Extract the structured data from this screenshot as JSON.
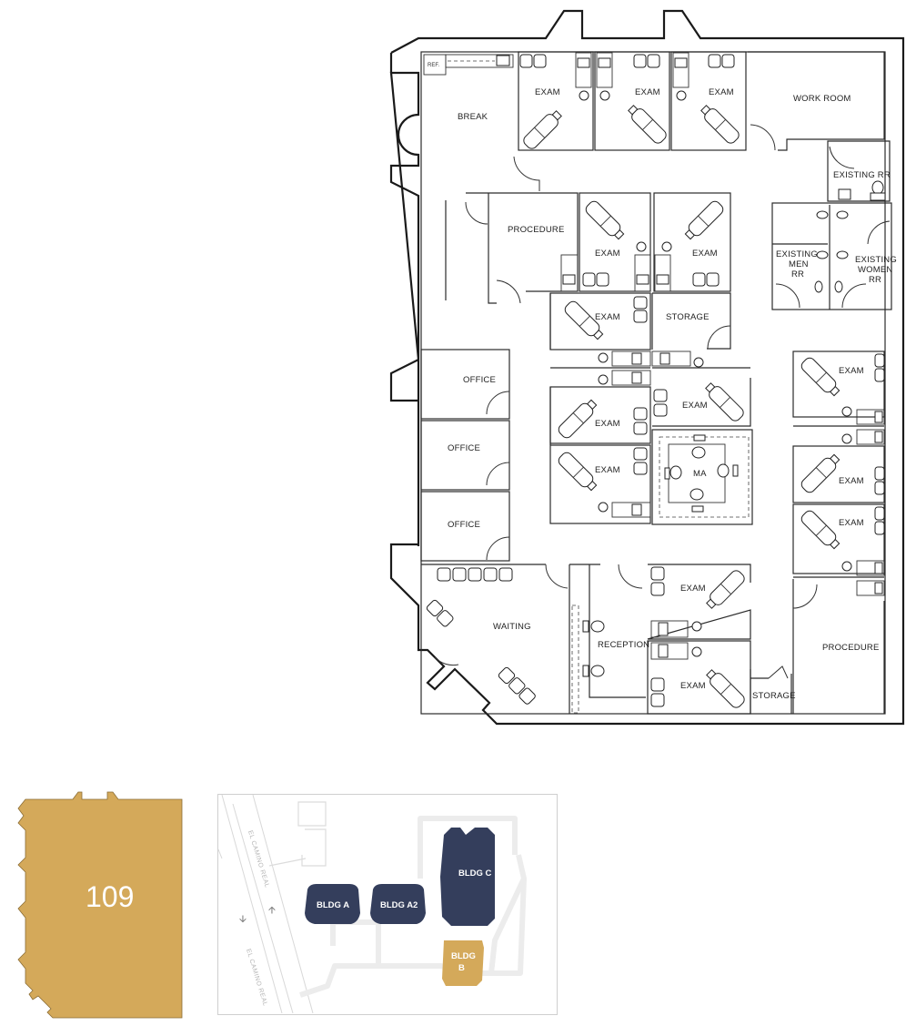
{
  "floor_plan": {
    "rooms": {
      "break": "BREAK",
      "ref": "REF.",
      "exam_top_1": "EXAM",
      "exam_top_2": "EXAM",
      "exam_top_3": "EXAM",
      "work_room": "WORK ROOM",
      "existing_rr": "EXISTING RR",
      "procedure_top": "PROCEDURE",
      "exam_mid_1": "EXAM",
      "exam_mid_2": "EXAM",
      "existing_men_rr": [
        "EXISTING",
        "MEN",
        "RR"
      ],
      "existing_women_rr": [
        "EXISTING",
        "WOMEN",
        "RR"
      ],
      "exam_center_1": "EXAM",
      "storage_center": "STORAGE",
      "exam_center_2": "EXAM",
      "exam_center_3": "EXAM",
      "exam_center_4": "EXAM",
      "ma": "MA",
      "exam_right_1": "EXAM",
      "exam_right_2": "EXAM",
      "exam_right_3": "EXAM",
      "office_1": "OFFICE",
      "office_2": "OFFICE",
      "office_3": "OFFICE",
      "waiting": "WAITING",
      "reception": "RECEPTION",
      "exam_bottom_1": "EXAM",
      "exam_bottom_2": "EXAM",
      "storage_bottom": "STORAGE",
      "procedure_bottom": "PROCEDURE"
    }
  },
  "key_plan": {
    "suite_number": "109",
    "color": "#D4A95A"
  },
  "site_plan": {
    "roads": [
      "EL CAMINO REAL",
      "EL CAMINO REAL"
    ],
    "buildings": [
      {
        "label": "BLDG A",
        "color": "#343E5C"
      },
      {
        "label": "BLDG A2",
        "color": "#343E5C"
      },
      {
        "label": "BLDG C",
        "color": "#343E5C"
      },
      {
        "label_lines": [
          "BLDG",
          "B"
        ],
        "color": "#D4A95A",
        "highlighted": true
      }
    ]
  }
}
